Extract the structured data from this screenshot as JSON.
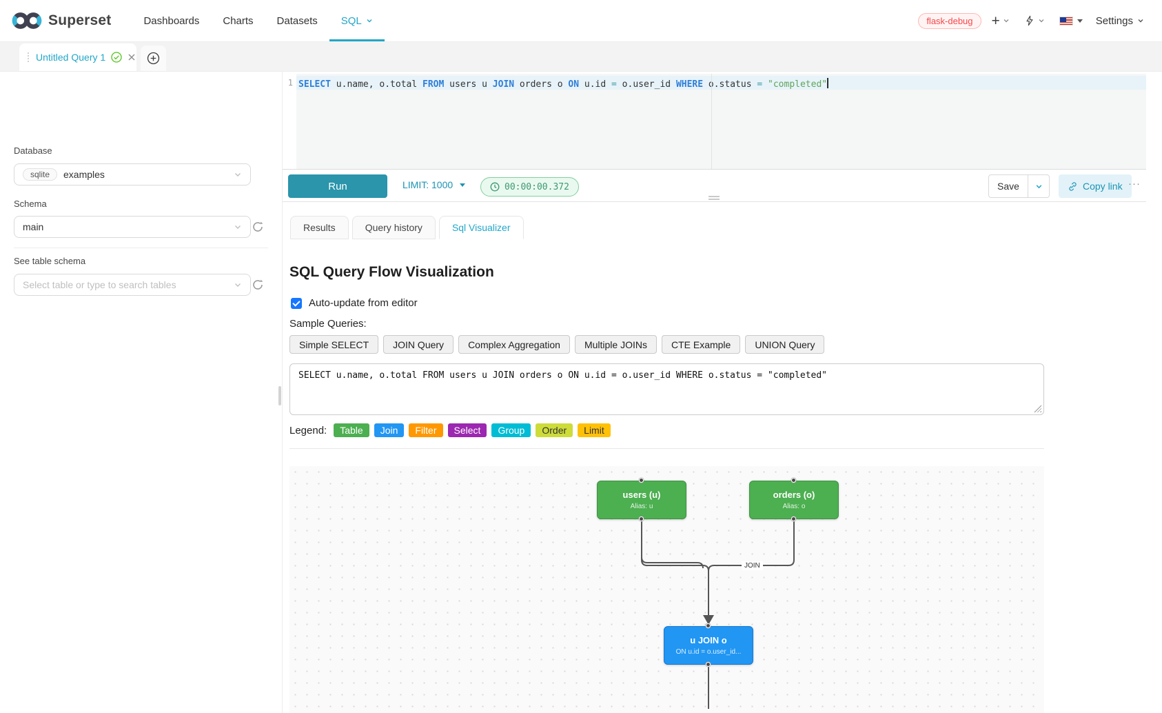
{
  "navbar": {
    "brand": "Superset",
    "items": [
      {
        "label": "Dashboards"
      },
      {
        "label": "Charts"
      },
      {
        "label": "Datasets"
      },
      {
        "label": "SQL"
      }
    ],
    "env_badge": "flask-debug",
    "settings_label": "Settings"
  },
  "tabbar": {
    "tab_label": "Untitled Query 1"
  },
  "sidebar": {
    "database_label": "Database",
    "database_tag": "sqlite",
    "database_value": "examples",
    "schema_label": "Schema",
    "schema_value": "main",
    "table_label": "See table schema",
    "table_placeholder": "Select table or type to search tables"
  },
  "editor": {
    "line_number": "1",
    "tokens": [
      {
        "t": "SELECT",
        "c": "kw"
      },
      {
        "t": " u.name, o.total ",
        "c": "pl"
      },
      {
        "t": "FROM",
        "c": "kw"
      },
      {
        "t": " users u ",
        "c": "pl"
      },
      {
        "t": "JOIN",
        "c": "kw"
      },
      {
        "t": " orders o ",
        "c": "pl"
      },
      {
        "t": "ON",
        "c": "kw"
      },
      {
        "t": " u.id ",
        "c": "pl"
      },
      {
        "t": "=",
        "c": "op"
      },
      {
        "t": " o.user_id ",
        "c": "pl"
      },
      {
        "t": "WHERE",
        "c": "kw"
      },
      {
        "t": " o.status ",
        "c": "pl"
      },
      {
        "t": "=",
        "c": "op"
      },
      {
        "t": " ",
        "c": "pl"
      },
      {
        "t": "\"completed\"",
        "c": "str"
      }
    ]
  },
  "toolbar": {
    "run_label": "Run",
    "limit_label": "LIMIT:",
    "limit_value": "1000",
    "timer": "00:00:00.372",
    "save_label": "Save",
    "copy_link_label": "Copy link",
    "more_label": "···"
  },
  "result_tabs": [
    {
      "label": "Results"
    },
    {
      "label": "Query history"
    },
    {
      "label": "Sql Visualizer"
    }
  ],
  "visualizer": {
    "title": "SQL Query Flow Visualization",
    "auto_update_label": "Auto-update from editor",
    "auto_update_checked": true,
    "samples_label": "Sample Queries:",
    "samples": [
      "Simple SELECT",
      "JOIN Query",
      "Complex Aggregation",
      "Multiple JOINs",
      "CTE Example",
      "UNION Query"
    ],
    "query": "SELECT u.name, o.total FROM users u JOIN orders o ON u.id = o.user_id WHERE o.status = \"completed\"",
    "legend_label": "Legend:",
    "legend": [
      {
        "label": "Table",
        "color": "#4CAF50",
        "text": "#ffffff"
      },
      {
        "label": "Join",
        "color": "#2196F3",
        "text": "#ffffff"
      },
      {
        "label": "Filter",
        "color": "#FF9800",
        "text": "#ffffff"
      },
      {
        "label": "Select",
        "color": "#9C27B0",
        "text": "#ffffff"
      },
      {
        "label": "Group",
        "color": "#00BCD4",
        "text": "#ffffff"
      },
      {
        "label": "Order",
        "color": "#CDDC39",
        "text": "#333333"
      },
      {
        "label": "Limit",
        "color": "#FFC107",
        "text": "#333333"
      }
    ],
    "flow": {
      "nodes": [
        {
          "title": "users (u)",
          "subtitle": "Alias: u",
          "color": "#4CAF50",
          "border": "#3e9142"
        },
        {
          "title": "orders (o)",
          "subtitle": "Alias: o",
          "color": "#4CAF50",
          "border": "#3e9142"
        },
        {
          "title": "u JOIN o",
          "subtitle": "ON u.id = o.user_id...",
          "color": "#2196F3",
          "border": "#1976D2"
        }
      ],
      "edge_label": "JOIN"
    },
    "accent_color": "#20a7c9"
  }
}
